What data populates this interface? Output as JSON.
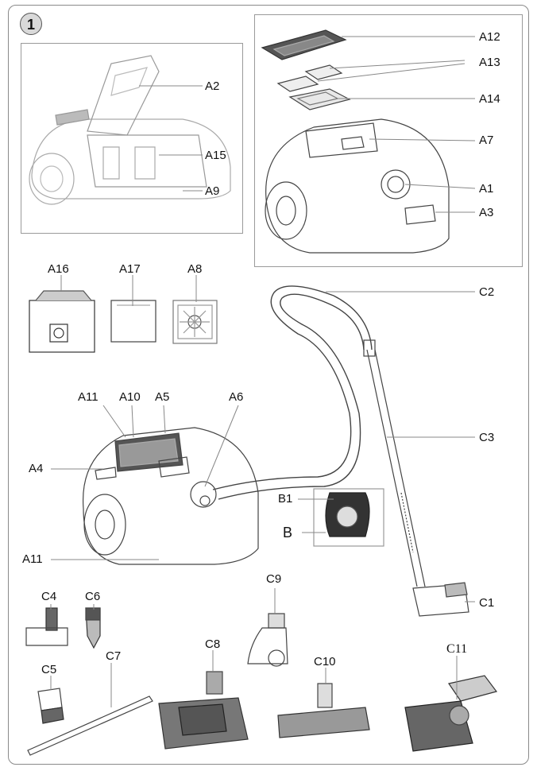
{
  "figure_number": "1",
  "labels": {
    "A1": "A1",
    "A2": "A2",
    "A3": "A3",
    "A4": "A4",
    "A5": "A5",
    "A6": "A6",
    "A7": "A7",
    "A8": "A8",
    "A9": "A9",
    "A10": "A10",
    "A11": "A11",
    "A12": "A12",
    "A13": "A13",
    "A14": "A14",
    "A15": "A15",
    "A16": "A16",
    "A17": "A17",
    "B": "B",
    "B1": "B1",
    "C1": "C1",
    "C2": "C2",
    "C3": "C3",
    "C4": "C4",
    "C5": "C5",
    "C6": "C6",
    "C7": "C7",
    "C8": "C8",
    "C9": "C9",
    "C10": "C10",
    "C11": "C11"
  }
}
